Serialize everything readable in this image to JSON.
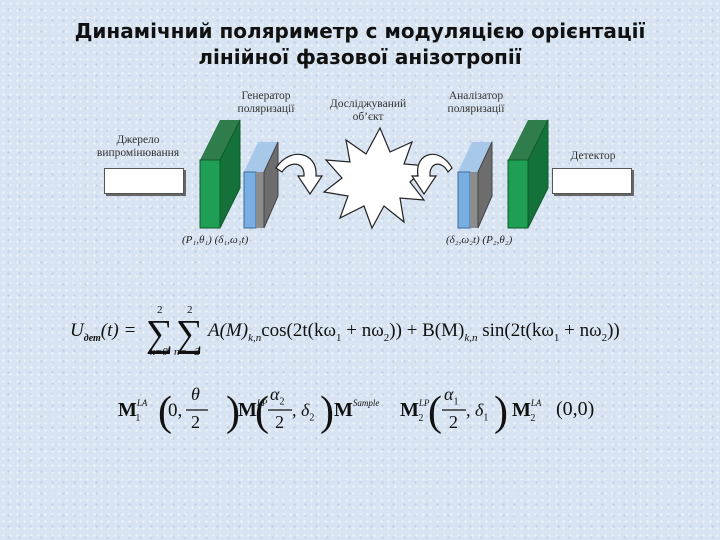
{
  "title": {
    "line1": "Динамічний поляриметр с модуляцією орієнтації",
    "line2": "лінійної фазової анізотропії"
  },
  "labels": {
    "source_line1": "Джерело",
    "source_line2": "випромінювання",
    "generator_line1": "Генератор",
    "generator_line2": "поляризації",
    "object_line1": "Досліджуваний",
    "object_line2": "об’єкт",
    "analyzer_line1": "Аналізатор",
    "analyzer_line2": "поляризації",
    "detector": "Детектор"
  },
  "params": {
    "left": "(P₁,θ₁)  (δ₁,ω₁t)",
    "right": "(δ₂,ω₂t) (P₂,θ₂)"
  },
  "formula1": {
    "lhs": "U",
    "lhs_sub": "дет",
    "lhs_arg": "(t) =",
    "sum1_top": "2",
    "sum1_bottom": "k=0",
    "sum2_top": "2",
    "sum2_bottom": "n=−2",
    "body": "A(M)",
    "body_sub": "k,n",
    "term1": "cos(2t(kω",
    "t1_sub1": "1",
    "term1b": " + nω",
    "t1_sub2": "2",
    "term1c": ")) + B(M)",
    "body2_sub": "k,n",
    "term2": " sin(2t(kω",
    "t2_sub1": "1",
    "term2b": " + nω",
    "t2_sub2": "2",
    "term2c": "))"
  },
  "formula2": {
    "m1": "M",
    "m1_sub": "1",
    "m1_sup": "LA",
    "arg1a": "0,",
    "frac1_num": "θ",
    "frac1_den": "2",
    "m2": "M",
    "m2_sub": "1",
    "m2_sup": "LP",
    "frac2_num": "α",
    "frac2_num_sub": "2",
    "frac2_den": "2",
    "arg2b": ", δ",
    "arg2b_sub": "2",
    "m3": "M",
    "m3_sup": "Sample",
    "m4": "M",
    "m4_sub": "2",
    "m4_sup": "LP",
    "frac3_num": "α",
    "frac3_num_sub": "1",
    "frac3_den": "2",
    "arg3b": ", δ",
    "arg3b_sub": "1",
    "m5": "M",
    "m5_sub": "2",
    "m5_sup": "LA",
    "arg5": "(0,0)"
  }
}
